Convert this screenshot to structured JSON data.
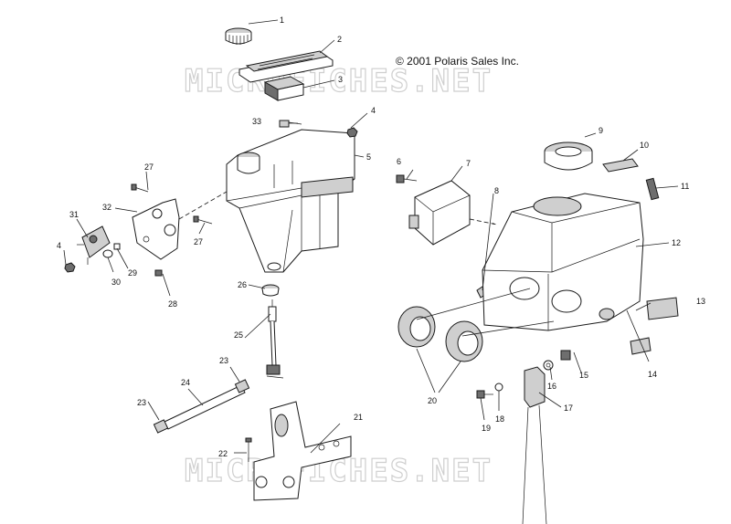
{
  "copyright": "© 2001 Polaris Sales Inc.",
  "watermark": "MICROFICHES.NET",
  "callouts": [
    "1",
    "2",
    "3",
    "4",
    "5",
    "6",
    "7",
    "8",
    "9",
    "10",
    "11",
    "12",
    "13",
    "14",
    "15",
    "16",
    "17",
    "18",
    "19",
    "20",
    "21",
    "22",
    "23",
    "24",
    "25",
    "26",
    "27",
    "28",
    "29",
    "30",
    "31",
    "32",
    "33"
  ]
}
